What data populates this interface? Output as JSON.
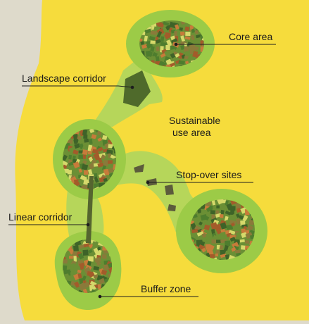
{
  "diagram": {
    "labels": {
      "core_area": "Core area",
      "landscape_corridor": "Landscape corridor",
      "sustainable_use_line1": "Sustainable",
      "sustainable_use_line2": "use area",
      "stop_over_sites": "Stop-over sites",
      "linear_corridor": "Linear corridor",
      "buffer_zone": "Buffer zone"
    },
    "colors": {
      "background": "#dedacb",
      "sustainable_use_area": "#f6dc3c",
      "buffer_zone": "#9ccb47",
      "corridor": "#b6d65a",
      "landscape_corridor_dark": "#4f6a2b",
      "stop_over_site": "#5c5b3c",
      "linear_corridor": "#55652f",
      "core_patch_colors": [
        "#4e7d2e",
        "#6b8f35",
        "#a35b2a",
        "#8a7a3a",
        "#d5d96b",
        "#3e6328",
        "#c77b3a"
      ]
    }
  }
}
